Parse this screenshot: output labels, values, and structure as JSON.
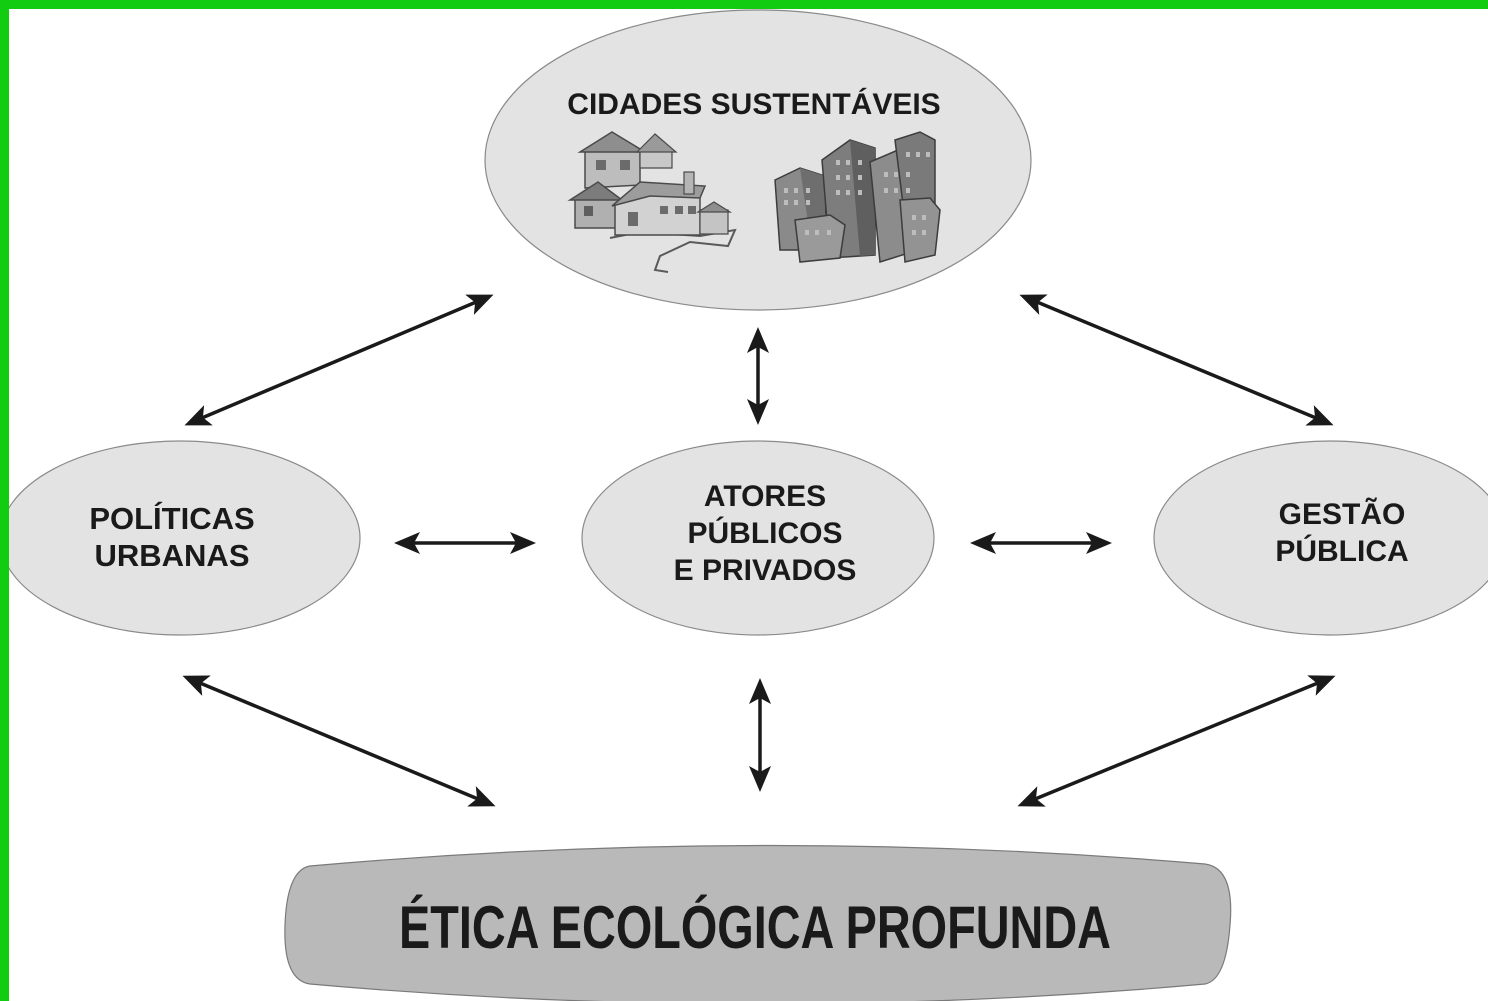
{
  "colors": {
    "frame": "#11cc11",
    "ellipse_fill": "#e3e3e3",
    "ellipse_stroke": "#888888",
    "banner_fill": "#b9b9b9",
    "text": "#1a1a1a",
    "arrow": "#1a1a1a"
  },
  "nodes": {
    "top": {
      "label": "CIDADES SUSTENTÁVEIS",
      "icons": [
        "houses-illustration",
        "buildings-illustration"
      ]
    },
    "left": {
      "line1": "POLÍTICAS",
      "line2": "URBANAS"
    },
    "center": {
      "line1": "ATORES",
      "line2": "PÚBLICOS",
      "line3": "E PRIVADOS"
    },
    "right": {
      "line1": "GESTÃO",
      "line2": "PÚBLICA"
    },
    "bottom": {
      "label": "ÉTICA ECOLÓGICA PROFUNDA"
    }
  }
}
